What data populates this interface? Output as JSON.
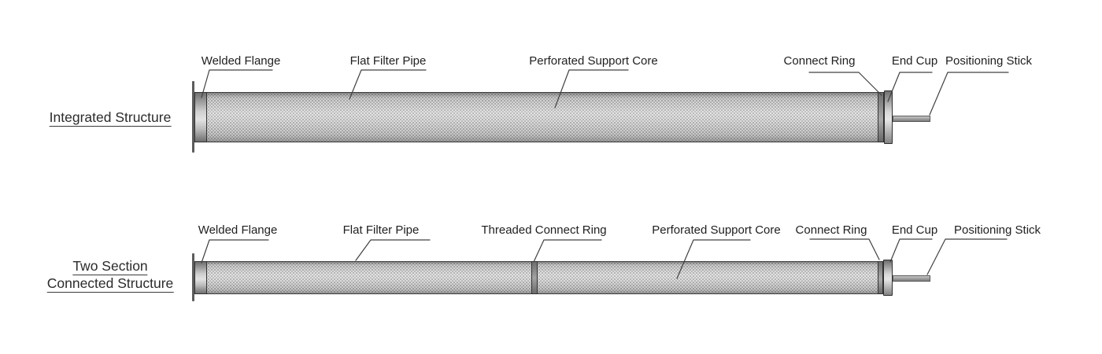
{
  "structures": [
    {
      "title_lines": [
        "Integrated Structure"
      ],
      "labels": [
        "Welded Flange",
        "Flat Filter Pipe",
        "Perforated Support Core",
        "Connect Ring",
        "End Cup",
        "Positioning Stick"
      ]
    },
    {
      "title_lines": [
        "Two Section",
        "Connected Structure"
      ],
      "labels": [
        "Welded Flange",
        "Flat Filter Pipe",
        "Threaded Connect Ring",
        "Perforated Support Core",
        "Connect Ring",
        "End Cup",
        "Positioning Stick"
      ]
    }
  ],
  "colors": {
    "leader_line": "#404040",
    "label_text": "#1f1f1f",
    "pipe_base": "#dedede",
    "metal_dark": "#6e6e6e"
  }
}
